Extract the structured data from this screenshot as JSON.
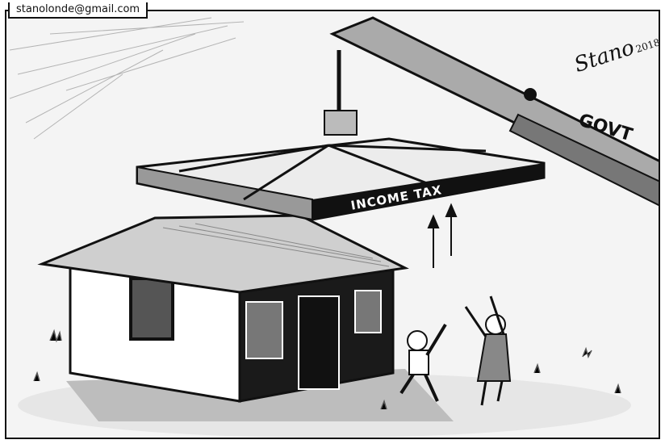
{
  "cartoon": {
    "credit_email": "stanolonde@gmail.com",
    "signature": "Stano",
    "signature_year": "2018",
    "slab_label": "INCOME TAX",
    "crane_label": "GOVT",
    "scene_description": "A government crane lifts an 'Income Tax' roof slab off a small house while a couple celebrates below."
  }
}
